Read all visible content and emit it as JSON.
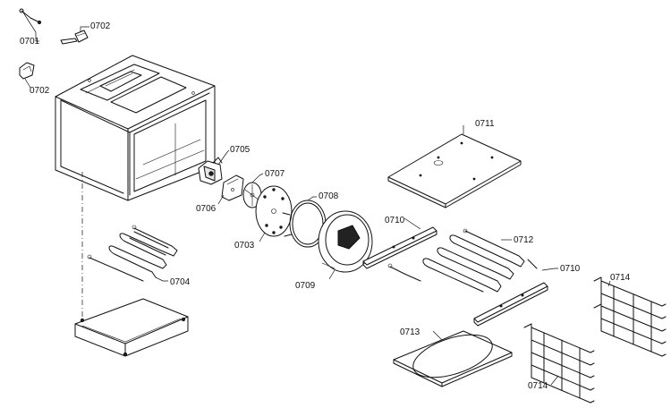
{
  "callouts": [
    {
      "key": "c0701",
      "text": "0701"
    },
    {
      "key": "c0702a",
      "text": "0702"
    },
    {
      "key": "c0702b",
      "text": "0702"
    },
    {
      "key": "c0703",
      "text": "0703"
    },
    {
      "key": "c0704",
      "text": "0704"
    },
    {
      "key": "c0705",
      "text": "0705"
    },
    {
      "key": "c0706",
      "text": "0706"
    },
    {
      "key": "c0707",
      "text": "0707"
    },
    {
      "key": "c0708",
      "text": "0708"
    },
    {
      "key": "c0709",
      "text": "0709"
    },
    {
      "key": "c0710a",
      "text": "0710"
    },
    {
      "key": "c0710b",
      "text": "0710"
    },
    {
      "key": "c0711",
      "text": "0711"
    },
    {
      "key": "c0712",
      "text": "0712"
    },
    {
      "key": "c0713",
      "text": "0713"
    },
    {
      "key": "c0714a",
      "text": "0714"
    },
    {
      "key": "c0714b",
      "text": "0714"
    }
  ]
}
